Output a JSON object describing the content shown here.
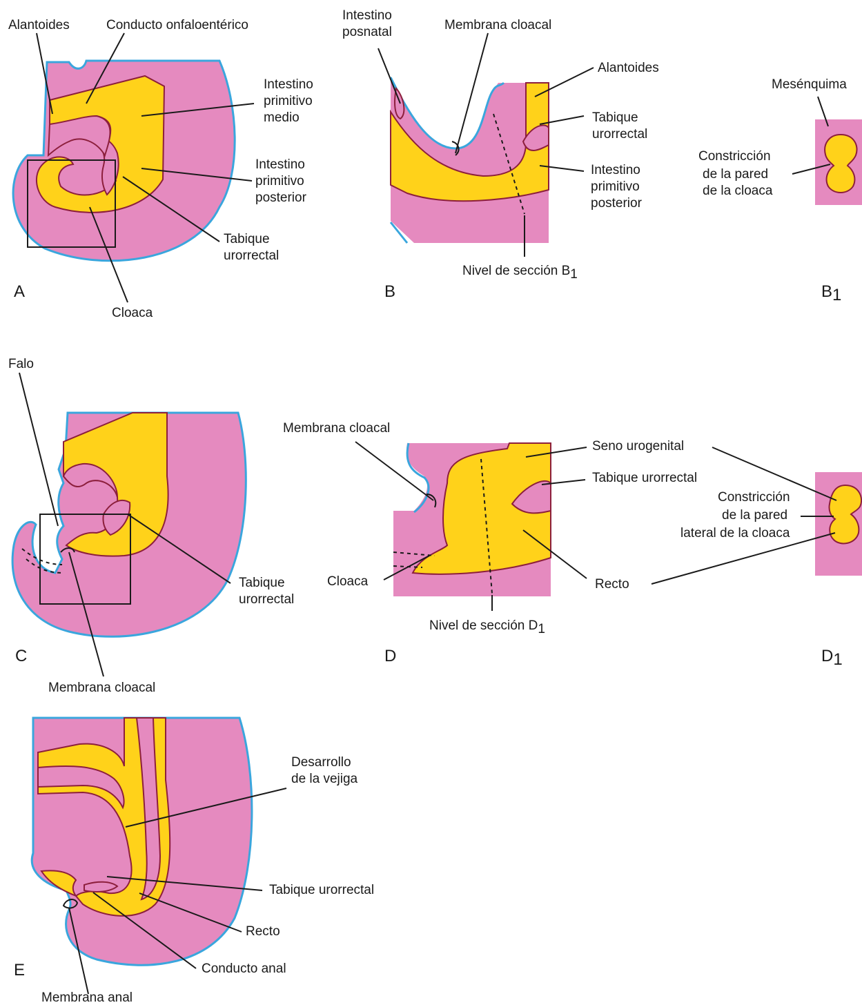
{
  "panels": {
    "A": {
      "letter": "A",
      "labels": {
        "alantoides": "Alantoides",
        "conducto": "Conducto onfaloentérico",
        "medio_1": "Intestino",
        "medio_2": "primitivo",
        "medio_3": "medio",
        "post_1": "Intestino",
        "post_2": "primitivo",
        "post_3": "posterior",
        "tabique_1": "Tabique",
        "tabique_2": "urorrectal",
        "cloaca": "Cloaca"
      }
    },
    "B": {
      "letter": "B",
      "labels": {
        "posnatal_1": "Intestino",
        "posnatal_2": "posnatal",
        "membrana": "Membrana cloacal",
        "alantoides": "Alantoides",
        "tabique_1": "Tabique",
        "tabique_2": "urorrectal",
        "post_1": "Intestino",
        "post_2": "primitivo",
        "post_3": "posterior",
        "nivel": "Nivel de sección B",
        "nivel_sub": "1"
      }
    },
    "B1": {
      "letter": "B",
      "letter_sub": "1",
      "labels": {
        "mesenquima": "Mesénquima",
        "constr_1": "Constricción",
        "constr_2": "de la pared",
        "constr_3": "de la cloaca"
      }
    },
    "C": {
      "letter": "C",
      "labels": {
        "falo": "Falo",
        "tabique_1": "Tabique",
        "tabique_2": "urorrectal",
        "membrana": "Membrana cloacal"
      }
    },
    "D": {
      "letter": "D",
      "labels": {
        "membrana": "Membrana cloacal",
        "seno": "Seno urogenital",
        "tabique": "Tabique urorrectal",
        "cloaca": "Cloaca",
        "recto": "Recto",
        "nivel": "Nivel de sección D",
        "nivel_sub": "1"
      }
    },
    "D1": {
      "letter": "D",
      "letter_sub": "1",
      "labels": {
        "constr_1": "Constricción",
        "constr_2": "de la pared",
        "constr_3": "lateral de la cloaca"
      }
    },
    "E": {
      "letter": "E",
      "labels": {
        "vejiga_1": "Desarrollo",
        "vejiga_2": "de la vejiga",
        "tabique": "Tabique urorrectal",
        "recto": "Recto",
        "anal_conducto": "Conducto anal",
        "anal_membrana": "Membrana anal"
      }
    }
  },
  "colors": {
    "tissue": "#e58abf",
    "lumen": "#ffd21a",
    "outline": "#3aa6dd",
    "lumen_border": "#8c1f3c",
    "text": "#1a1a1a"
  }
}
